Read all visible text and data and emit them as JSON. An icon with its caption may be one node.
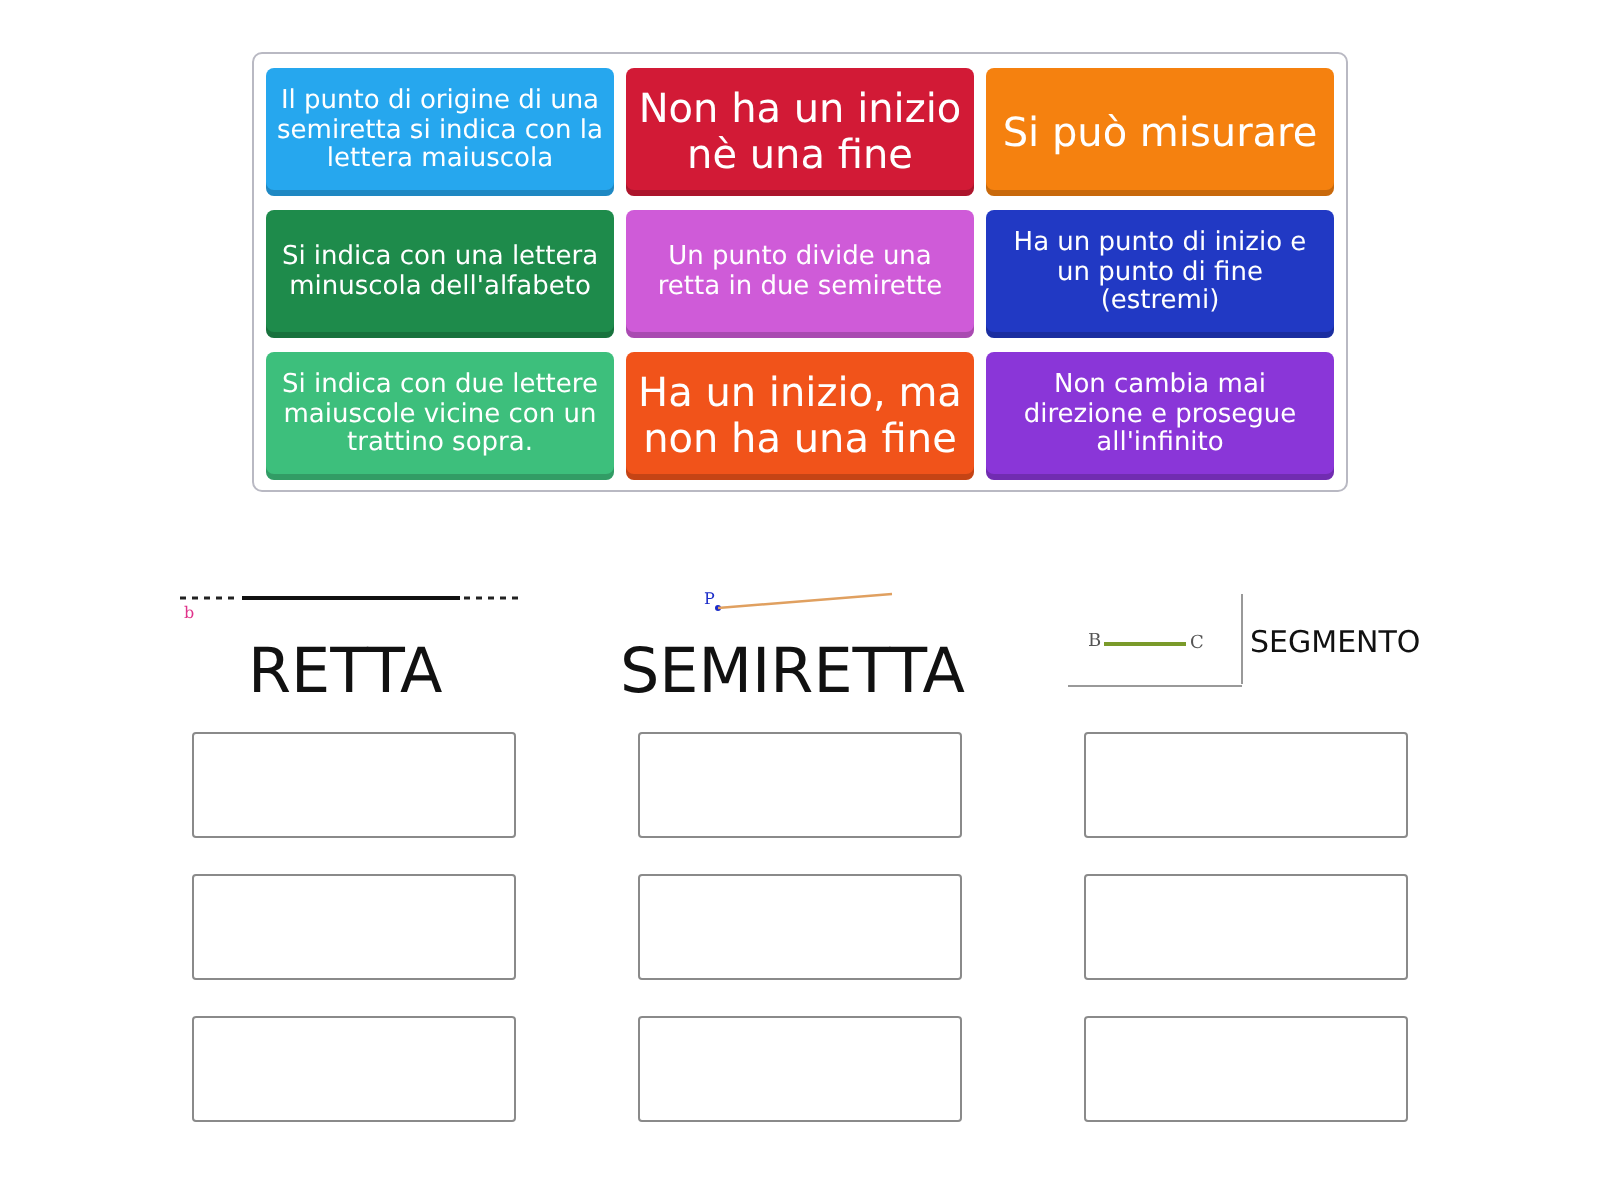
{
  "diagram": {
    "nodes": [
      {
        "text": [],
        "shape": "box"
      },
      {
        "text": [
          "Il punto di origine di una semiretta si indica con la lettera maiuscola"
        ],
        "in": 0
      },
      {
        "text": [
          "Non ha un inizio nè una fine"
        ],
        "in": 0
      },
      {
        "text": [
          "Si può misurare"
        ],
        "in": 0
      },
      {
        "text": [
          "Si indica con una lettera minuscola dell'alfabeto"
        ],
        "in": 0
      },
      {
        "text": [
          "Un punto divide una retta in due semirette"
        ],
        "in": 0
      },
      {
        "text": [
          "Ha un punto di inizio e un punto di fine (estremi)"
        ],
        "in": 0
      },
      {
        "text": [
          "Si indica con due lettere maiuscole vicine con un trattino sopra."
        ],
        "in": 0
      },
      {
        "text": [
          "Ha un inizio, ma non ha una fine"
        ],
        "in": 0
      },
      {
        "text": [
          "Non cambia mai direzione e prosegue all'infinito"
        ],
        "in": 0
      },
      {
        "text": [],
        "shape": "box"
      },
      {
        "text": [],
        "shape": "box"
      },
      {
        "text": [],
        "shape": "box"
      },
      {
        "text": [],
        "shape": "box"
      },
      {
        "text": [],
        "shape": "box"
      },
      {
        "text": [],
        "shape": "box"
      },
      {
        "text": [],
        "shape": "box"
      },
      {
        "text": [],
        "shape": "box"
      },
      {
        "text": [],
        "shape": "box"
      }
    ],
    "labels": [
      "b",
      "RETTA",
      "P",
      "SEMIRETTA",
      "B",
      "C",
      "SEGMENTO"
    ]
  }
}
